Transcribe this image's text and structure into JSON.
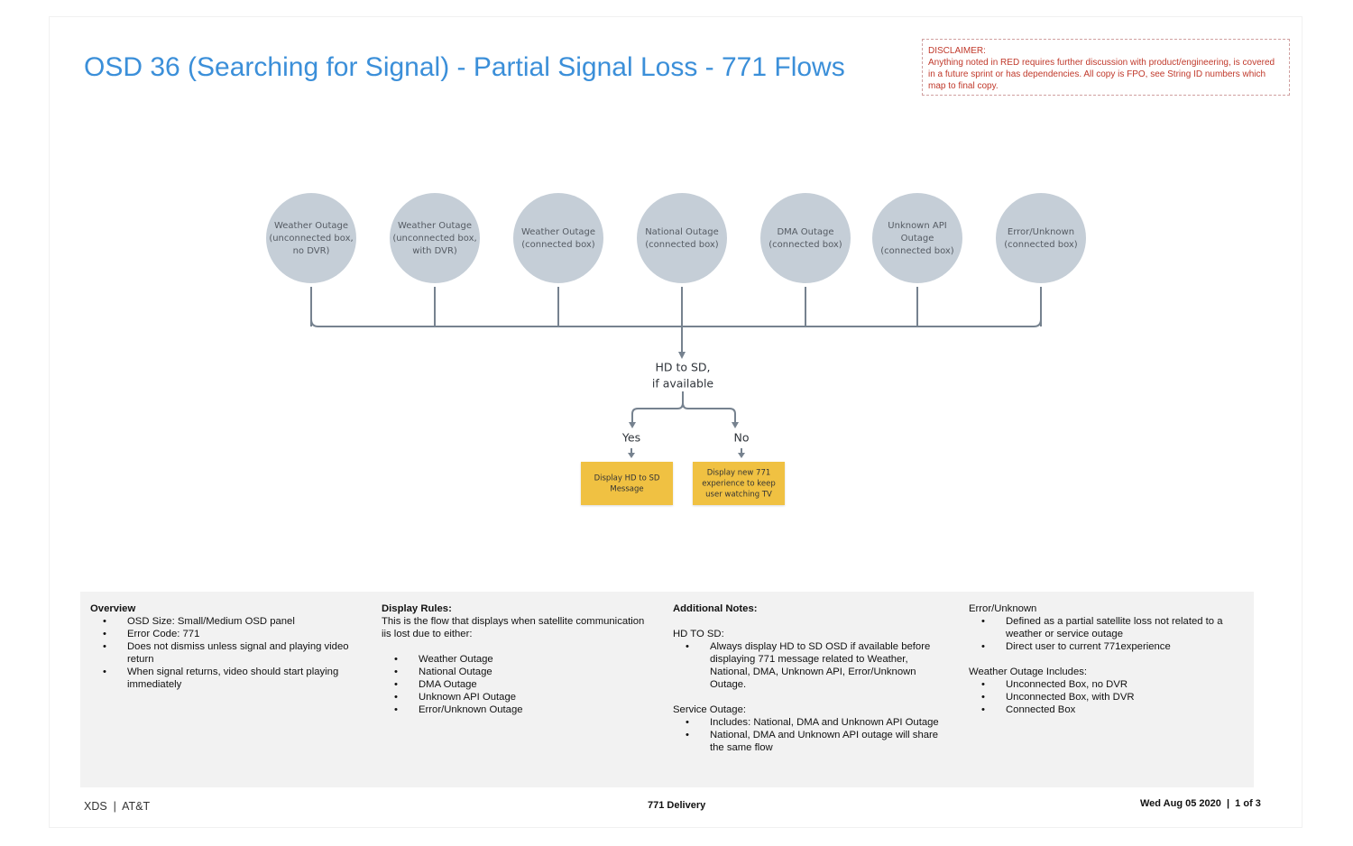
{
  "page": {
    "title": "OSD 36 (Searching for Signal) - Partial Signal Loss - 771 Flows"
  },
  "disclaimer": {
    "heading": "DISCLAIMER:",
    "body": "Anything noted in RED requires further discussion with product/engineering, is covered in a future sprint or has dependencies. All copy is FPO, see String ID numbers which map to final copy."
  },
  "diagram": {
    "sources": [
      {
        "lines": [
          "Weather Outage",
          "(unconnected box,",
          "no DVR)"
        ]
      },
      {
        "lines": [
          "Weather Outage",
          "(unconnected box,",
          "with DVR)"
        ]
      },
      {
        "lines": [
          "Weather Outage",
          "(connected box)"
        ]
      },
      {
        "lines": [
          "National Outage",
          "(connected box)"
        ]
      },
      {
        "lines": [
          "DMA Outage",
          "(connected box)"
        ]
      },
      {
        "lines": [
          "Unknown API",
          "Outage",
          "(connected box)"
        ]
      },
      {
        "lines": [
          "Error/Unknown",
          "(connected box)"
        ]
      }
    ],
    "decision": {
      "lines": [
        "HD to SD,",
        "if available"
      ]
    },
    "branches": [
      {
        "label": "Yes",
        "result": [
          "Display HD to SD",
          "Message"
        ]
      },
      {
        "label": "No",
        "result": [
          "Display new 771",
          "experience to keep",
          "user watching TV"
        ]
      }
    ],
    "colors": {
      "node_fill": "#c5ced7",
      "connector": "#76828f",
      "result_fill": "#f0c142",
      "title": "#3b8fd9",
      "disclaimer": "#c0392b"
    }
  },
  "notes": {
    "overview": {
      "heading": "Overview",
      "items": [
        "OSD Size: Small/Medium OSD panel",
        "Error Code: 771",
        "Does not dismiss unless signal and playing video return",
        "When signal returns, video should start playing immediately"
      ]
    },
    "display_rules": {
      "heading": "Display Rules:",
      "intro": "This is the flow that displays when satellite communication iis lost due to either:",
      "items": [
        "Weather Outage",
        "National Outage",
        "DMA Outage",
        "Unknown API Outage",
        "Error/Unknown Outage"
      ]
    },
    "additional": {
      "heading": "Additional Notes:",
      "hd_heading": "HD TO SD:",
      "hd_items": [
        "Always display HD to SD OSD if available before displaying 771 message related to Weather, National, DMA, Unknown API, Error/Unknown Outage."
      ],
      "service_heading": "Service Outage:",
      "service_items": [
        "Includes: National, DMA and Unknown API Outage",
        "National, DMA and Unknown API outage will share the same flow"
      ]
    },
    "error_unknown": {
      "heading": "Error/Unknown",
      "items": [
        "Defined as a partial satellite loss not related to a weather or service outage",
        "Direct user to current 771experience"
      ],
      "weather_heading": "Weather Outage Includes:",
      "weather_items": [
        "Unconnected Box, no DVR",
        "Unconnected Box, with DVR",
        "Connected Box"
      ]
    }
  },
  "footer": {
    "left": "XDS  |  AT&T",
    "center": "771 Delivery",
    "right": "Wed Aug 05 2020  |  1 of 3"
  }
}
